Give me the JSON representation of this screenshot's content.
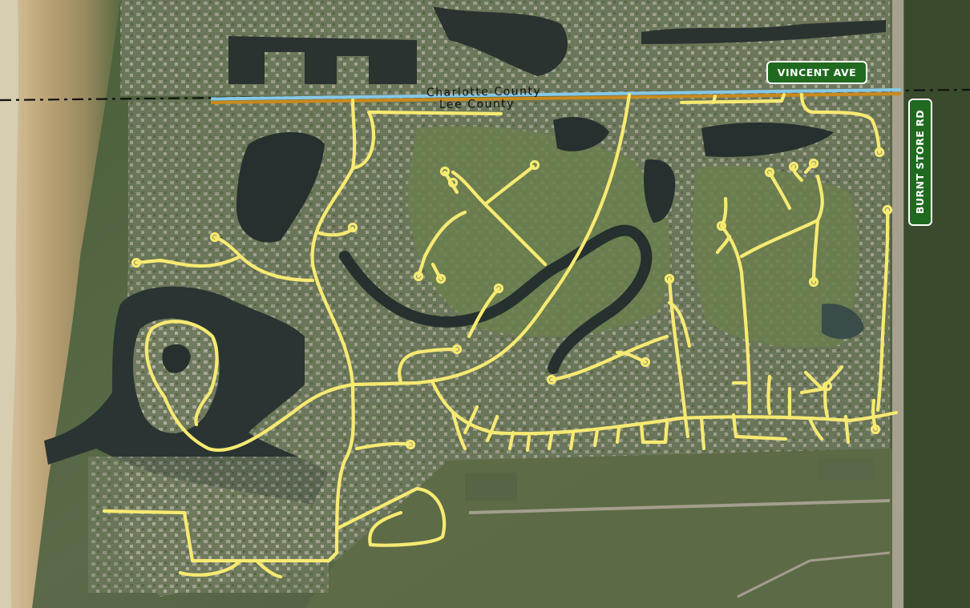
{
  "labels": {
    "county_north": "Charlotte County",
    "county_south": "Lee County",
    "road_vincent": "VINCENT AVE",
    "road_burnt_store": "BURNT STORE RD"
  },
  "colors": {
    "network": "#f7ea72",
    "county_line_charlotte": "#86c8e6",
    "county_line_lee": "#c98a1e",
    "sign_bg": "#1f6a1f",
    "sign_border": "#ffffff",
    "water": "#2c3b38",
    "marsh": "#bda77a",
    "vegetation": "#3f5a32",
    "developed": "#8a8a7a"
  },
  "icons": {
    "network_endpoint": "endpoint-circle-icon"
  }
}
